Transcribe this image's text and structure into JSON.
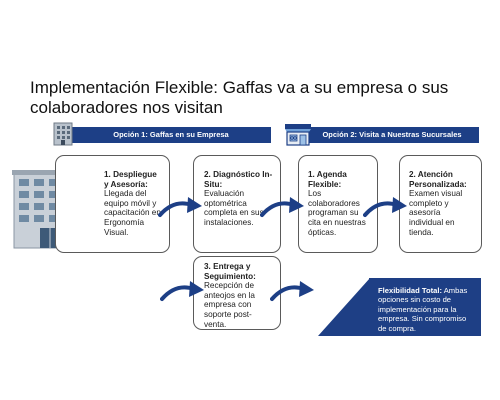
{
  "title": "Implementación Flexible: Gaffas va a su empresa o sus colaboradores nos visitan",
  "banners": {
    "option1": "Opción 1: Gaffas en su Empresa",
    "option2": "Opción 2: Visita a Nuestras Sucursales"
  },
  "icons": {
    "option1": "office-building-icon",
    "option2": "storefront-icon",
    "building": "office-building-illustration"
  },
  "steps": {
    "s1": {
      "heading": "1. Despliegue y Asesoría:",
      "text": "Llegada del equipo móvil y capacitación en Ergonomía Visual."
    },
    "s2": {
      "heading": "2. Diagnóstico In-Situ:",
      "text": "Evaluación optométrica completa en sus instalaciones."
    },
    "s3": {
      "heading": "3. Entrega y Seguimiento:",
      "text": "Recepción de anteojos en la empresa con soporte post-venta."
    },
    "a1": {
      "heading": "1. Agenda Flexible:",
      "text": "Los colaboradores programan su cita en nuestras ópticas."
    },
    "a2": {
      "heading": "2. Atención Personalizada:",
      "text": "Examen visual completo y asesoría individual en tienda."
    }
  },
  "flexibility": {
    "label": "Flexibilidad Total:",
    "text": "Ambas opciones sin costo de implementación para la empresa. Sin compromiso de compra."
  },
  "colors": {
    "navy": "#1d3f86",
    "arrow": "#1d3f86"
  }
}
